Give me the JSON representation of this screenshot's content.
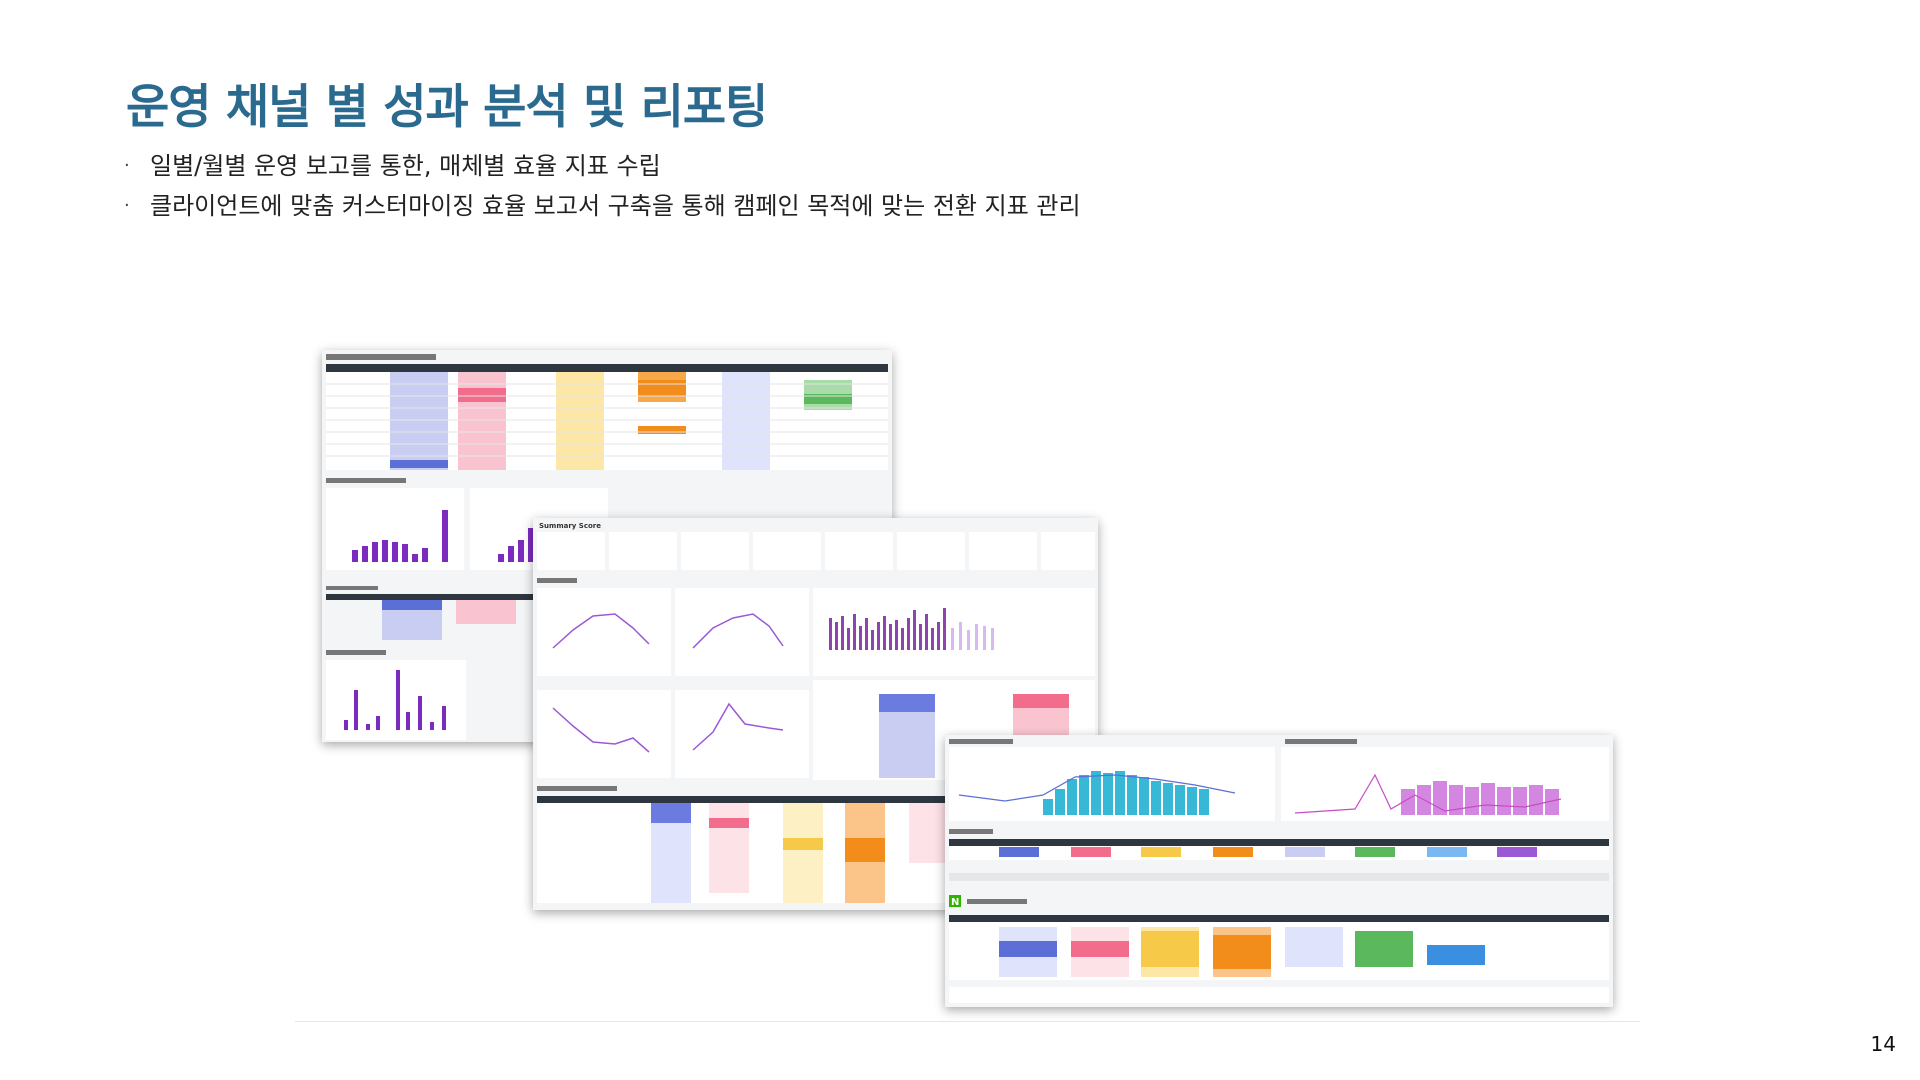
{
  "slide": {
    "title": "운영 채널 별 성과 분석 및 리포팅",
    "bullets": [
      "일별/월별 운영 보고를 통한, 매체별 효율 지표 수립",
      "클라이언트에 맞춤 커스터마이징 효율 보고서 구축을 통해 캠페인 목적에 맞는 전환 지표 관리"
    ],
    "page_number": "14"
  },
  "colors": {
    "title": "#2b6a8f",
    "purple": "#7b2cbf",
    "blue": "#5b6fd6",
    "pink": "#f26d8c",
    "yellow": "#f7c948",
    "orange": "#f28c1a",
    "green": "#5cb85c",
    "cyan": "#36b8d6",
    "magenta": "#c84bc8"
  },
  "screenshots": [
    {
      "name": "report-screenshot-1",
      "kind": "dashboard-image"
    },
    {
      "name": "report-screenshot-2",
      "kind": "dashboard-image",
      "label": "Summary Score"
    },
    {
      "name": "report-screenshot-3",
      "kind": "dashboard-image"
    }
  ]
}
